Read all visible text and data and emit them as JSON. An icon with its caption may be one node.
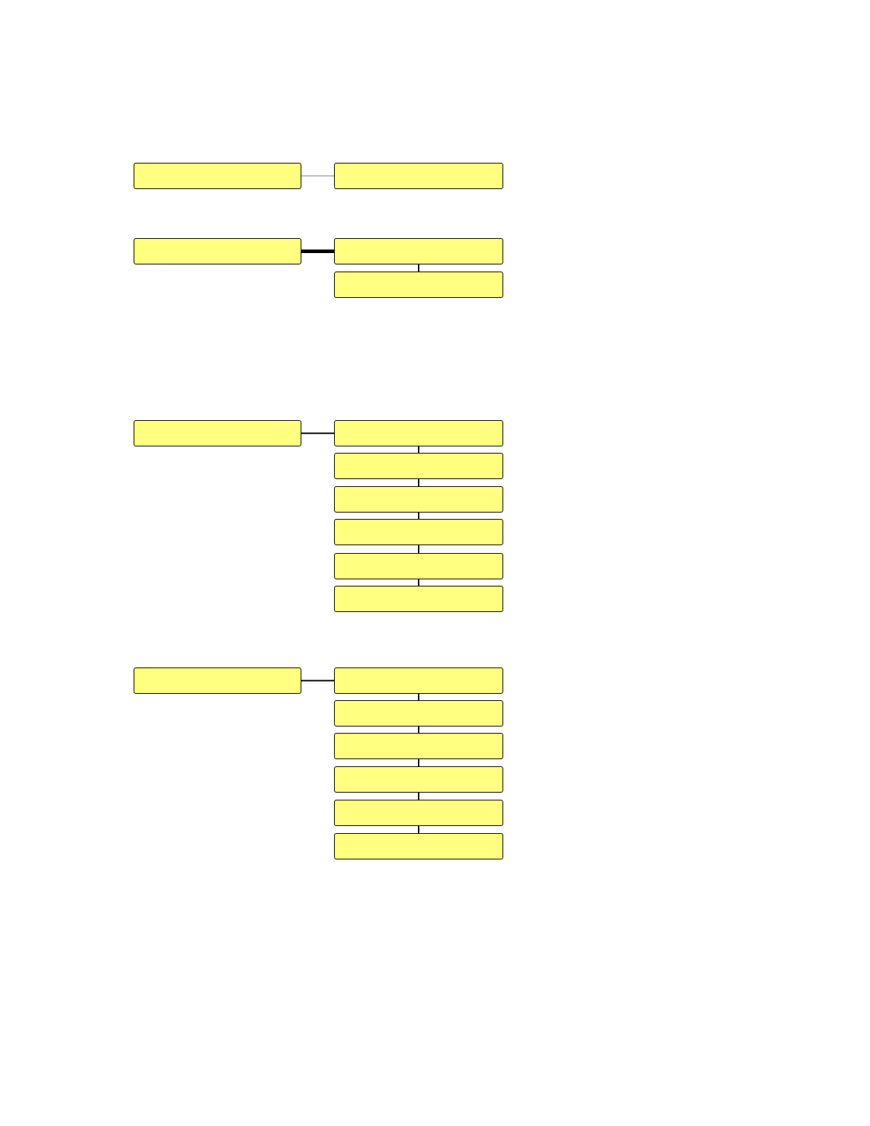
{
  "diagram": {
    "nodes": [
      {
        "text": [],
        "shape": "box"
      },
      {
        "text": [],
        "shape": "box"
      },
      {
        "text": [],
        "shape": "box"
      },
      {
        "text": [],
        "shape": "box"
      },
      {
        "text": [],
        "shape": "box"
      },
      {
        "text": [],
        "shape": "box"
      },
      {
        "text": [],
        "shape": "box"
      },
      {
        "text": [],
        "shape": "box"
      },
      {
        "text": [],
        "shape": "box"
      },
      {
        "text": [],
        "shape": "box"
      },
      {
        "text": [],
        "shape": "box"
      },
      {
        "text": [],
        "shape": "box"
      },
      {
        "text": [],
        "shape": "box"
      },
      {
        "text": [],
        "shape": "box"
      },
      {
        "text": [],
        "shape": "box"
      },
      {
        "text": [],
        "shape": "box"
      },
      {
        "text": [],
        "shape": "box"
      },
      {
        "text": [],
        "shape": "box"
      },
      {
        "text": [],
        "shape": "box"
      }
    ],
    "edges": [
      {
        "from": 0,
        "to": 1,
        "arrow": "none",
        "color": "#808080"
      },
      {
        "from": 2,
        "to": 3,
        "arrow": "none",
        "style": "thick"
      },
      {
        "from": 3,
        "to": 4,
        "arrow": "none"
      },
      {
        "from": 5,
        "to": 6,
        "arrow": "none"
      },
      {
        "from": 6,
        "to": 7,
        "arrow": "none"
      },
      {
        "from": 7,
        "to": 8,
        "arrow": "none"
      },
      {
        "from": 8,
        "to": 9,
        "arrow": "none"
      },
      {
        "from": 9,
        "to": 10,
        "arrow": "none"
      },
      {
        "from": 10,
        "to": 11,
        "arrow": "none"
      },
      {
        "from": 12,
        "to": 13,
        "arrow": "none"
      },
      {
        "from": 13,
        "to": 14,
        "arrow": "none"
      },
      {
        "from": 14,
        "to": 15,
        "arrow": "none"
      },
      {
        "from": 15,
        "to": 16,
        "arrow": "none"
      },
      {
        "from": 16,
        "to": 17,
        "arrow": "none"
      },
      {
        "from": 17,
        "to": 18,
        "arrow": "none"
      }
    ]
  }
}
